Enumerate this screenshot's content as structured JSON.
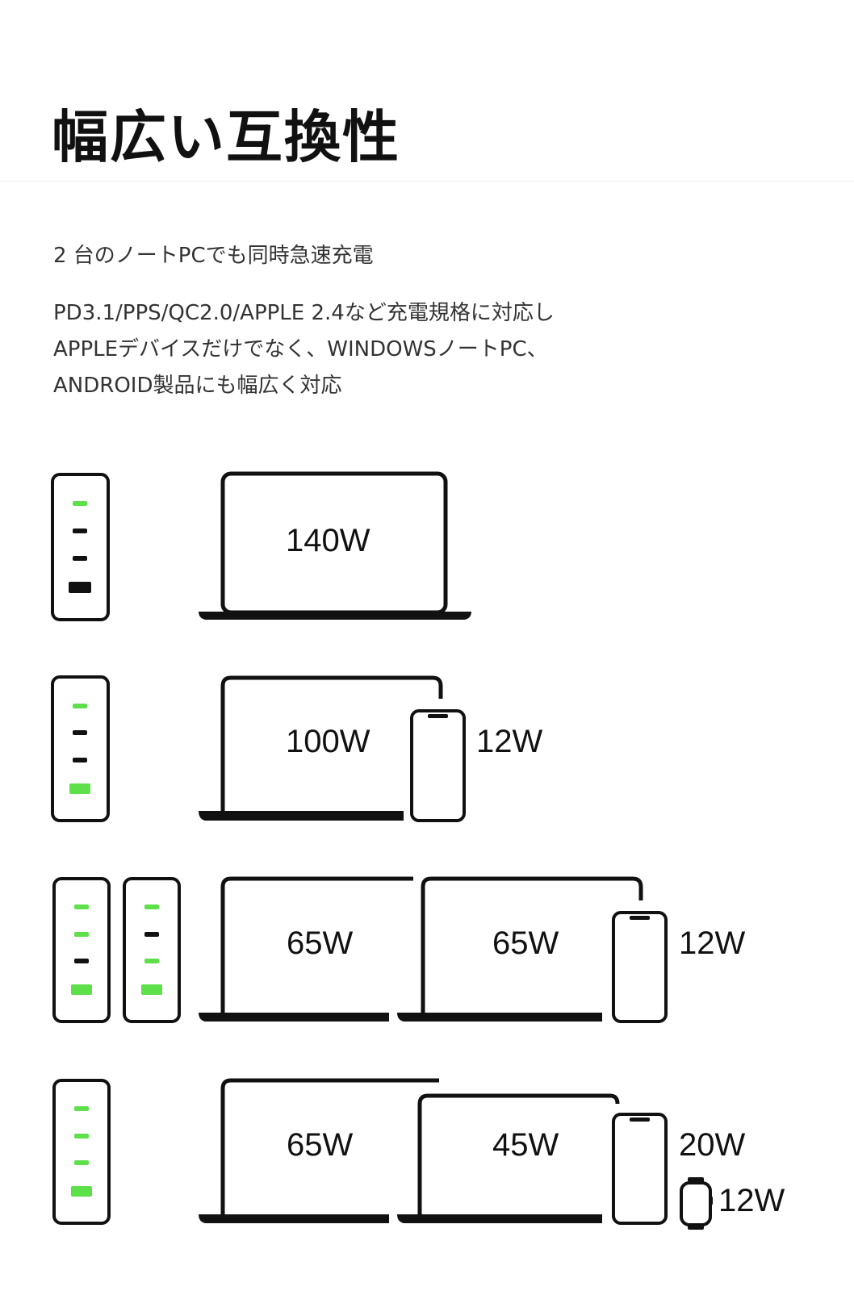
{
  "header": {
    "title": "幅広い互換性"
  },
  "intro": {
    "subtitle": "2 台のノートPCでも同時急速充電",
    "lines": [
      "PD3.1/PPS/QC2.0/APPLE 2.4など充電規格に対応し",
      "APPLEデバイスだけでなく、WINDOWSノートPC、",
      "ANDROID製品にも幅広く対応"
    ]
  },
  "colors": {
    "active_port": "#5ee04a",
    "inactive_port": "#111111",
    "stroke": "#111111"
  },
  "rows": [
    {
      "chargers": [
        [
          "active",
          "inactive",
          "inactive",
          "inactive"
        ]
      ],
      "labels": [
        "140W"
      ]
    },
    {
      "chargers": [
        [
          "active",
          "inactive",
          "inactive",
          "active"
        ]
      ],
      "labels": [
        "100W",
        "12W"
      ]
    },
    {
      "chargers": [
        [
          "active",
          "active",
          "inactive",
          "active"
        ],
        [
          "active",
          "inactive",
          "active",
          "active"
        ]
      ],
      "labels": [
        "65W",
        "65W",
        "12W"
      ]
    },
    {
      "chargers": [
        [
          "active",
          "active",
          "active",
          "active"
        ]
      ],
      "labels": [
        "65W",
        "45W",
        "20W",
        "12W"
      ]
    }
  ]
}
